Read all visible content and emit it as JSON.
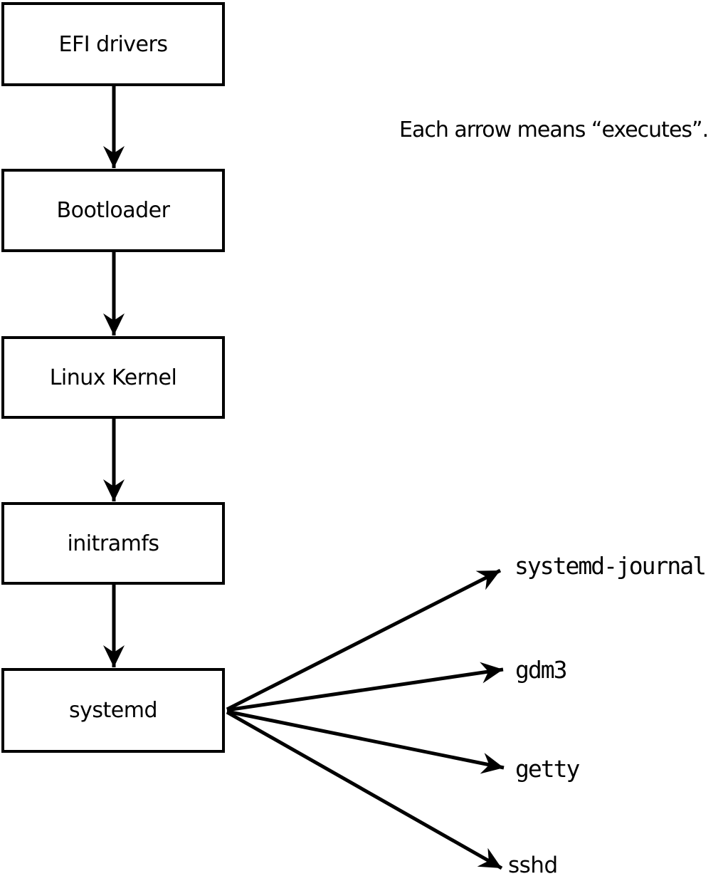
{
  "diagram": {
    "note": "Each arrow means “executes”.",
    "chain": [
      {
        "label": "EFI drivers"
      },
      {
        "label": "Bootloader"
      },
      {
        "label": "Linux Kernel"
      },
      {
        "label": "initramfs"
      },
      {
        "label": "systemd"
      }
    ],
    "spawned_processes": [
      {
        "label": "systemd-journal"
      },
      {
        "label": "gdm3"
      },
      {
        "label": "getty"
      },
      {
        "label": "sshd"
      }
    ],
    "colors": {
      "line": "#000000",
      "text": "#000000",
      "box_fill": "#ffffff",
      "background": "#ffffff"
    }
  }
}
